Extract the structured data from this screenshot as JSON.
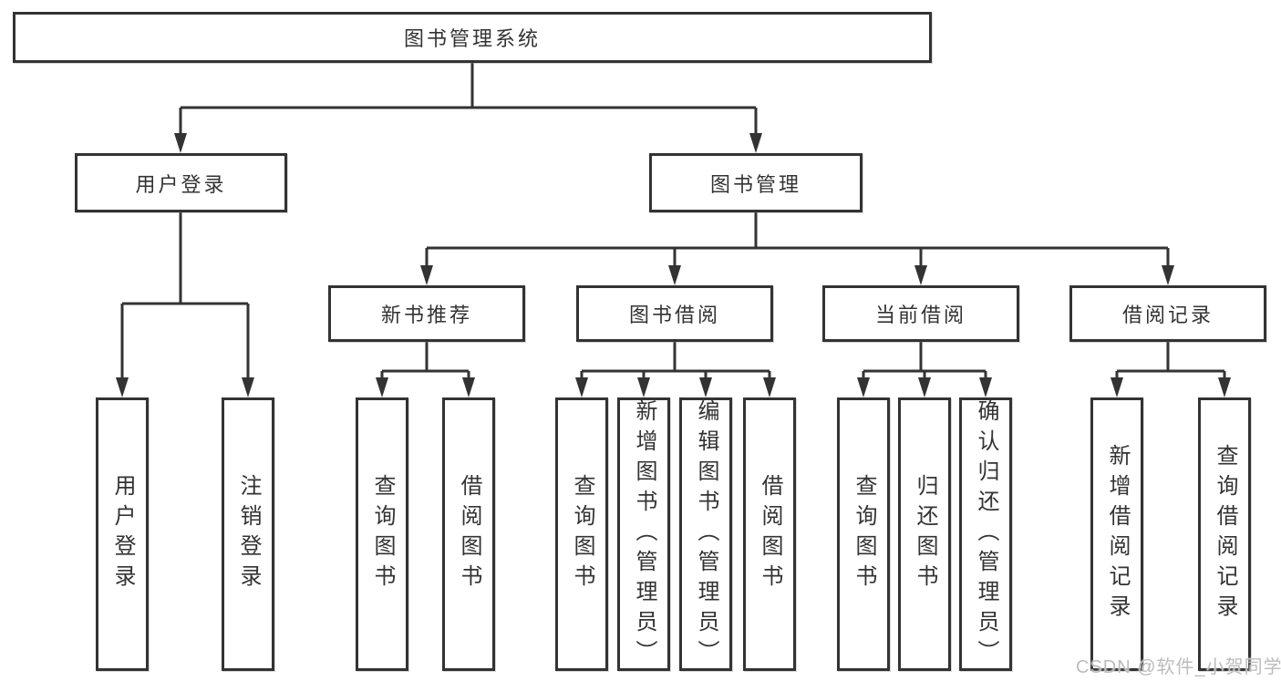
{
  "tree": {
    "root": {
      "label": "图书管理系统",
      "children": [
        {
          "label": "用户登录",
          "children": [
            {
              "label": "用户登录"
            },
            {
              "label": "注销登录"
            }
          ]
        },
        {
          "label": "图书管理",
          "children": [
            {
              "label": "新书推荐",
              "children": [
                {
                  "label": "查询图书"
                },
                {
                  "label": "借阅图书"
                }
              ]
            },
            {
              "label": "图书借阅",
              "children": [
                {
                  "label": "查询图书"
                },
                {
                  "label": "新增图书（管理员）"
                },
                {
                  "label": "编辑图书（管理员）"
                },
                {
                  "label": "借阅图书"
                }
              ]
            },
            {
              "label": "当前借阅",
              "children": [
                {
                  "label": "查询图书"
                },
                {
                  "label": "归还图书"
                },
                {
                  "label": "确认归还（管理员）"
                }
              ]
            },
            {
              "label": "借阅记录",
              "children": [
                {
                  "label": "新增借阅记录"
                },
                {
                  "label": "查询借阅记录"
                }
              ]
            }
          ]
        }
      ]
    }
  },
  "watermark": {
    "text": "CSDN @软件_小贺同学"
  },
  "colors": {
    "line": "#333333",
    "text": "#333333",
    "background": "#ffffff",
    "watermark": "#bcbcbc"
  }
}
